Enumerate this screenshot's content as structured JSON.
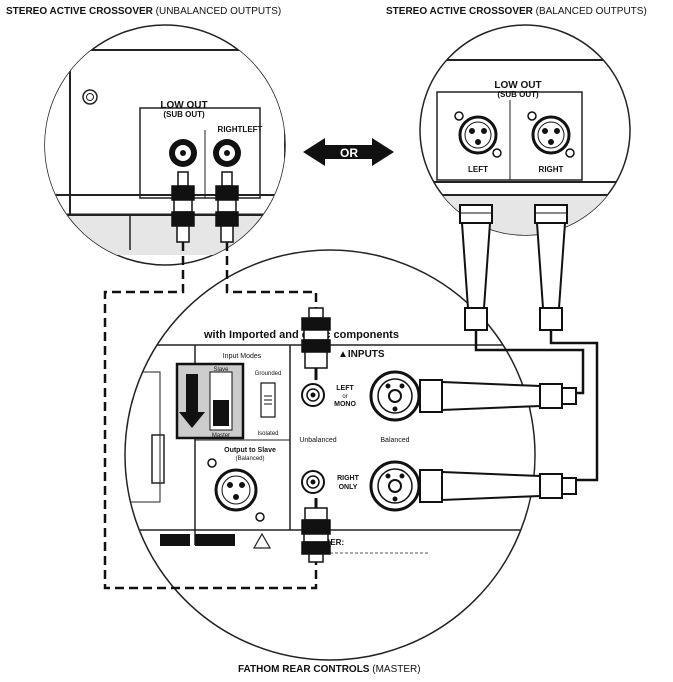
{
  "captions": {
    "left_bold": "STEREO ACTIVE CROSSOVER",
    "left_rest": " (UNBALANCED OUTPUTS)",
    "right_bold": "STEREO ACTIVE CROSSOVER",
    "right_rest": " (BALANCED OUTPUTS)",
    "bottom_bold": "FATHOM REAR CONTROLS",
    "bottom_rest": " (MASTER)"
  },
  "unbalanced": {
    "low_out": "LOW OUT",
    "sub_out": "(SUB OUT)",
    "right_left": "RIGHTLEFT"
  },
  "balanced": {
    "low_out": "LOW OUT",
    "sub_out": "(SUB OUT)",
    "left": "LEFT",
    "right": "RIGHT"
  },
  "or_label": "OR",
  "rear": {
    "header": "with Imported and d     stic components",
    "inputs": "▲INPUTS",
    "input_modes": "Input Modes",
    "slave": "Slave",
    "master": "Master",
    "grounded": "Grounded",
    "isolated": "Isolated",
    "output_to_slave": "Output to Slave",
    "output_balanced": "(Balanced)",
    "left_or_mono_1": "LEFT",
    "left_or_mono_2": "or",
    "left_or_mono_3": "MONO",
    "unbalanced": "Unbalanced",
    "balanced": "Balanced",
    "right_only_1": "RIGHT",
    "right_only_2": "ONLY",
    "serial": "SE      MBER:"
  }
}
